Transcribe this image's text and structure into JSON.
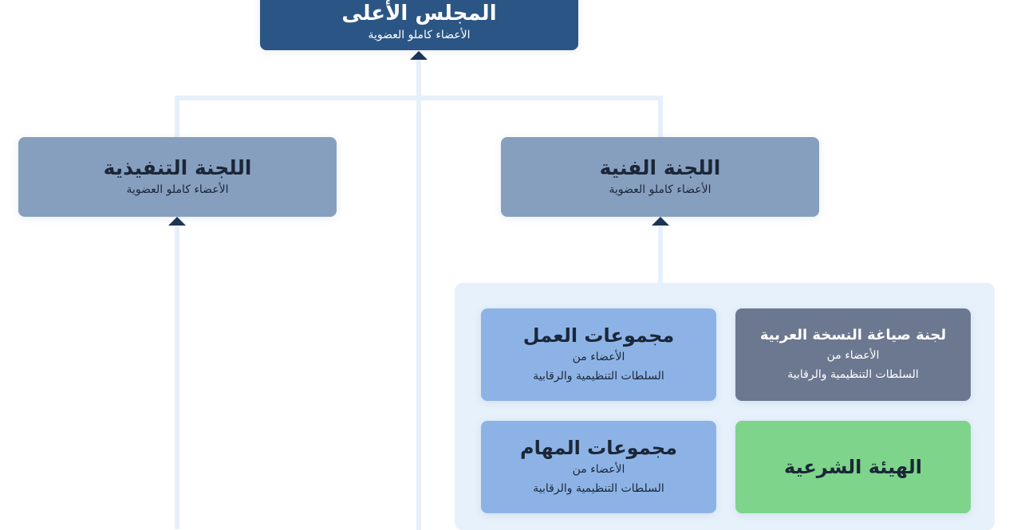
{
  "nodes": {
    "supreme_council": {
      "title": "المجلس الأعلى",
      "subtitle": "الأعضاء كاملو العضوية"
    },
    "executive_committee": {
      "title": "اللجنة التنفيذية",
      "subtitle": "الأعضاء كاملو العضوية"
    },
    "technical_committee": {
      "title": "اللجنة الفنية",
      "subtitle": "الأعضاء كاملو العضوية"
    },
    "arabic_drafting_committee": {
      "title": "لجنة صياغة النسخة العربية",
      "subtitle_line1": "الأعضاء من",
      "subtitle_line2": "السلطات التنظيمية والرقابية"
    },
    "working_groups": {
      "title": "مجموعات العمل",
      "subtitle_line1": "الأعضاء من",
      "subtitle_line2": "السلطات التنظيمية والرقابية"
    },
    "shariah_board": {
      "title": "الهيئة الشرعية"
    },
    "task_groups": {
      "title": "مجموعات المهام",
      "subtitle_line1": "الأعضاء من",
      "subtitle_line2": "السلطات التنظيمية والرقابية"
    }
  },
  "colors": {
    "supreme": "#2b5584",
    "committee": "#869fbf",
    "group": "#8db3e6",
    "drafting": "#6c7890",
    "shariah": "#7dd48a",
    "connector": "#e6f0fb",
    "arrow": "#1d3557"
  }
}
